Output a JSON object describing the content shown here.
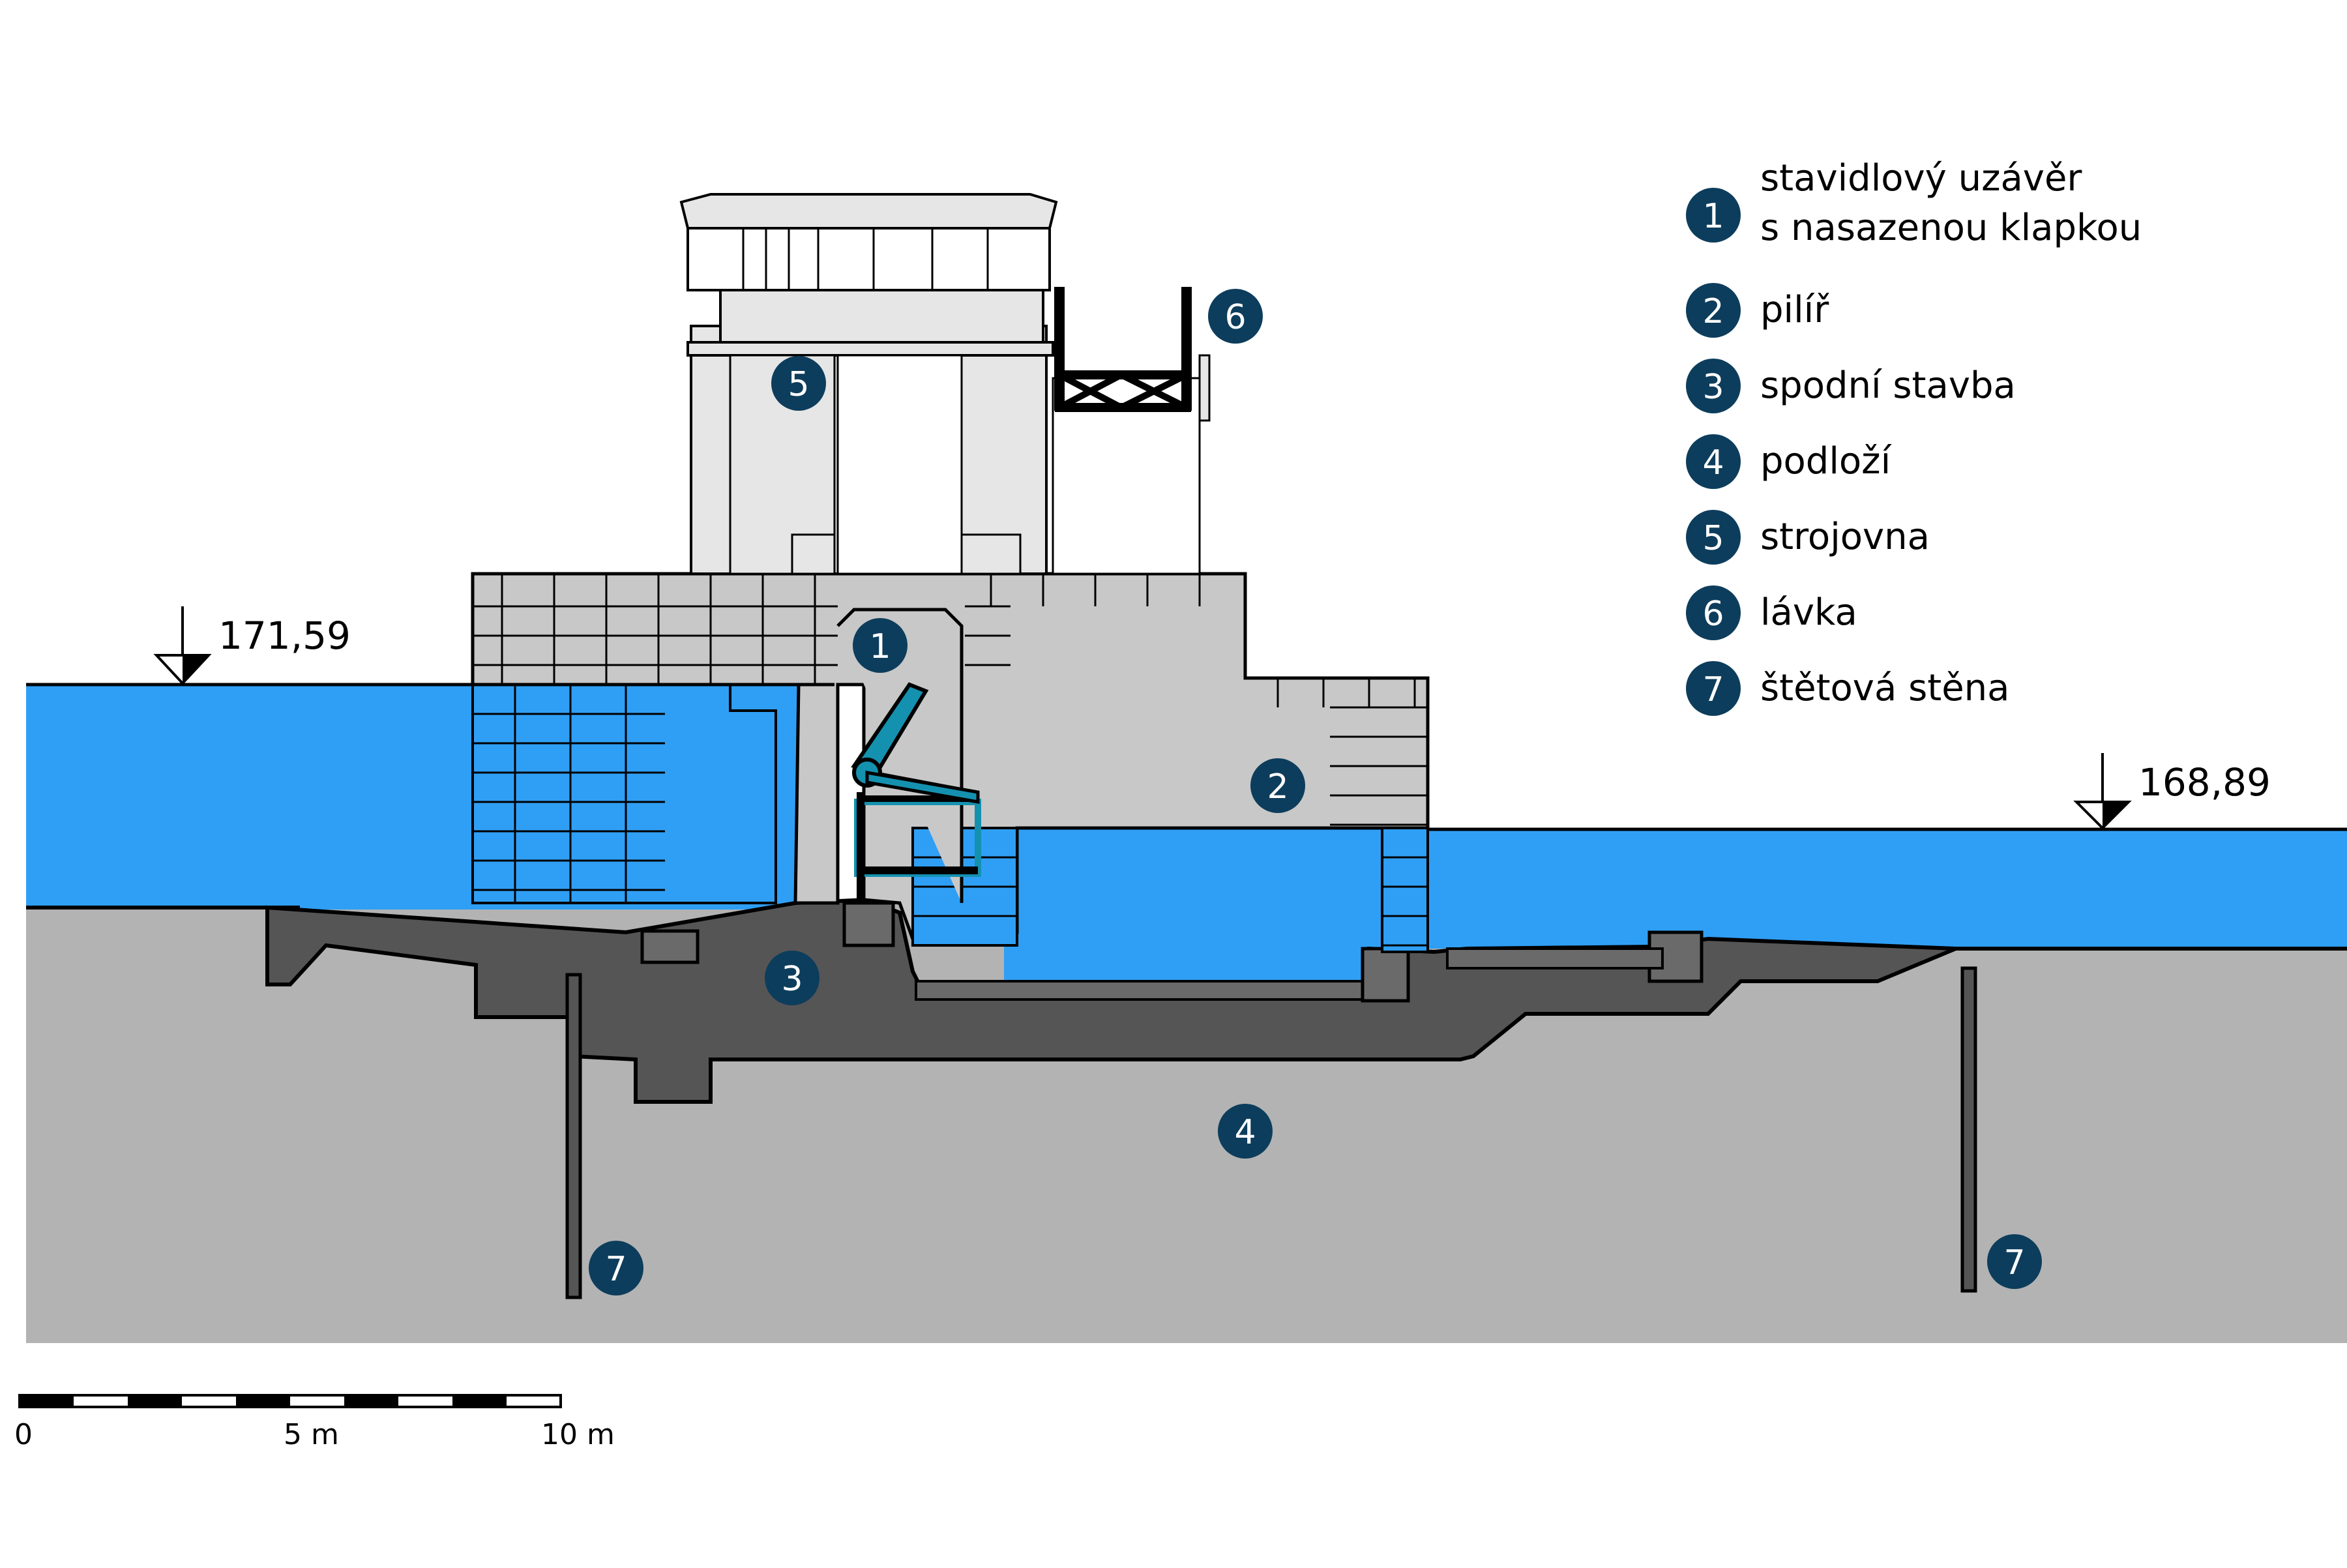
{
  "colors": {
    "water": "#2f9ff5",
    "ground": "#b3b3b3",
    "masonry": "#c8c8c8",
    "machine_room": "#e6e6e6",
    "foundation": "#555555",
    "gate": "#1591b0",
    "marker": "#0d3d5c"
  },
  "legend": {
    "items": [
      {
        "num": "1",
        "lines": [
          "stavidlový uzávěr",
          "s nasazenou klapkou"
        ]
      },
      {
        "num": "2",
        "lines": [
          "pilíř"
        ]
      },
      {
        "num": "3",
        "lines": [
          "spodní stavba"
        ]
      },
      {
        "num": "4",
        "lines": [
          "podloží"
        ]
      },
      {
        "num": "5",
        "lines": [
          "strojovna"
        ]
      },
      {
        "num": "6",
        "lines": [
          "lávka"
        ]
      },
      {
        "num": "7",
        "lines": [
          "štětová stěna"
        ]
      }
    ]
  },
  "levels": {
    "upstream": "171,59",
    "downstream": "168,89"
  },
  "scale": {
    "labels": [
      "0",
      "5 m",
      "10 m"
    ]
  },
  "markers": {
    "gate": "1",
    "pier": "2",
    "substructure": "3",
    "subsoil": "4",
    "machine_room": "5",
    "footbridge": "6",
    "sheet_pile_left": "7",
    "sheet_pile_right": "7"
  }
}
